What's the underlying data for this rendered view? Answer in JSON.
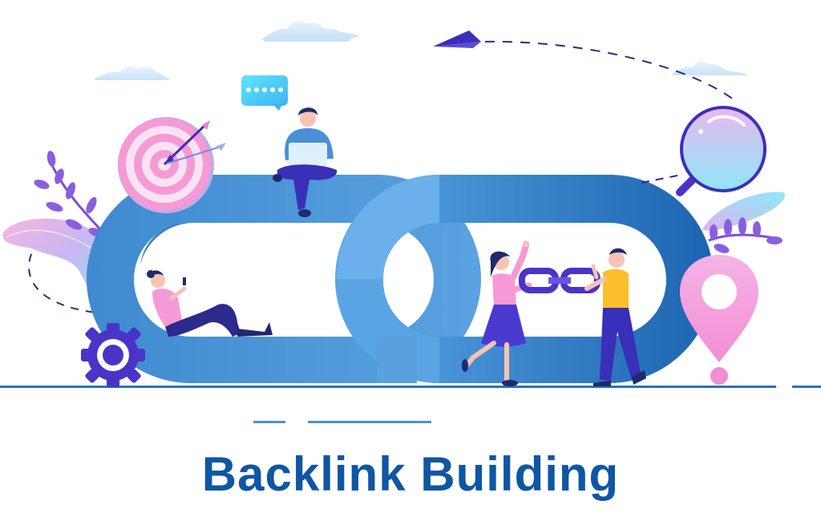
{
  "title": "Backlink Building",
  "colors": {
    "title": "#0f56a4",
    "chain_blue": "#4a92d6",
    "chain_dark": "#1c68b4",
    "pink": "#f59ad6",
    "purple": "#3b2fb8",
    "cyan": "#5fd6f5",
    "yellow": "#fbbf2c",
    "cloud": "#d8ebfb"
  },
  "illustration": {
    "elements": [
      {
        "name": "chain-link-left"
      },
      {
        "name": "chain-link-right"
      },
      {
        "name": "dartboard-target"
      },
      {
        "name": "chat-bubble",
        "text": "•••••"
      },
      {
        "name": "man-with-laptop"
      },
      {
        "name": "woman-reclining-with-phone"
      },
      {
        "name": "woman-holding-chain"
      },
      {
        "name": "man-holding-chain"
      },
      {
        "name": "small-chain"
      },
      {
        "name": "magnifying-glass"
      },
      {
        "name": "location-pin"
      },
      {
        "name": "gear"
      },
      {
        "name": "paper-plane"
      },
      {
        "name": "clouds"
      },
      {
        "name": "leaves"
      }
    ]
  }
}
